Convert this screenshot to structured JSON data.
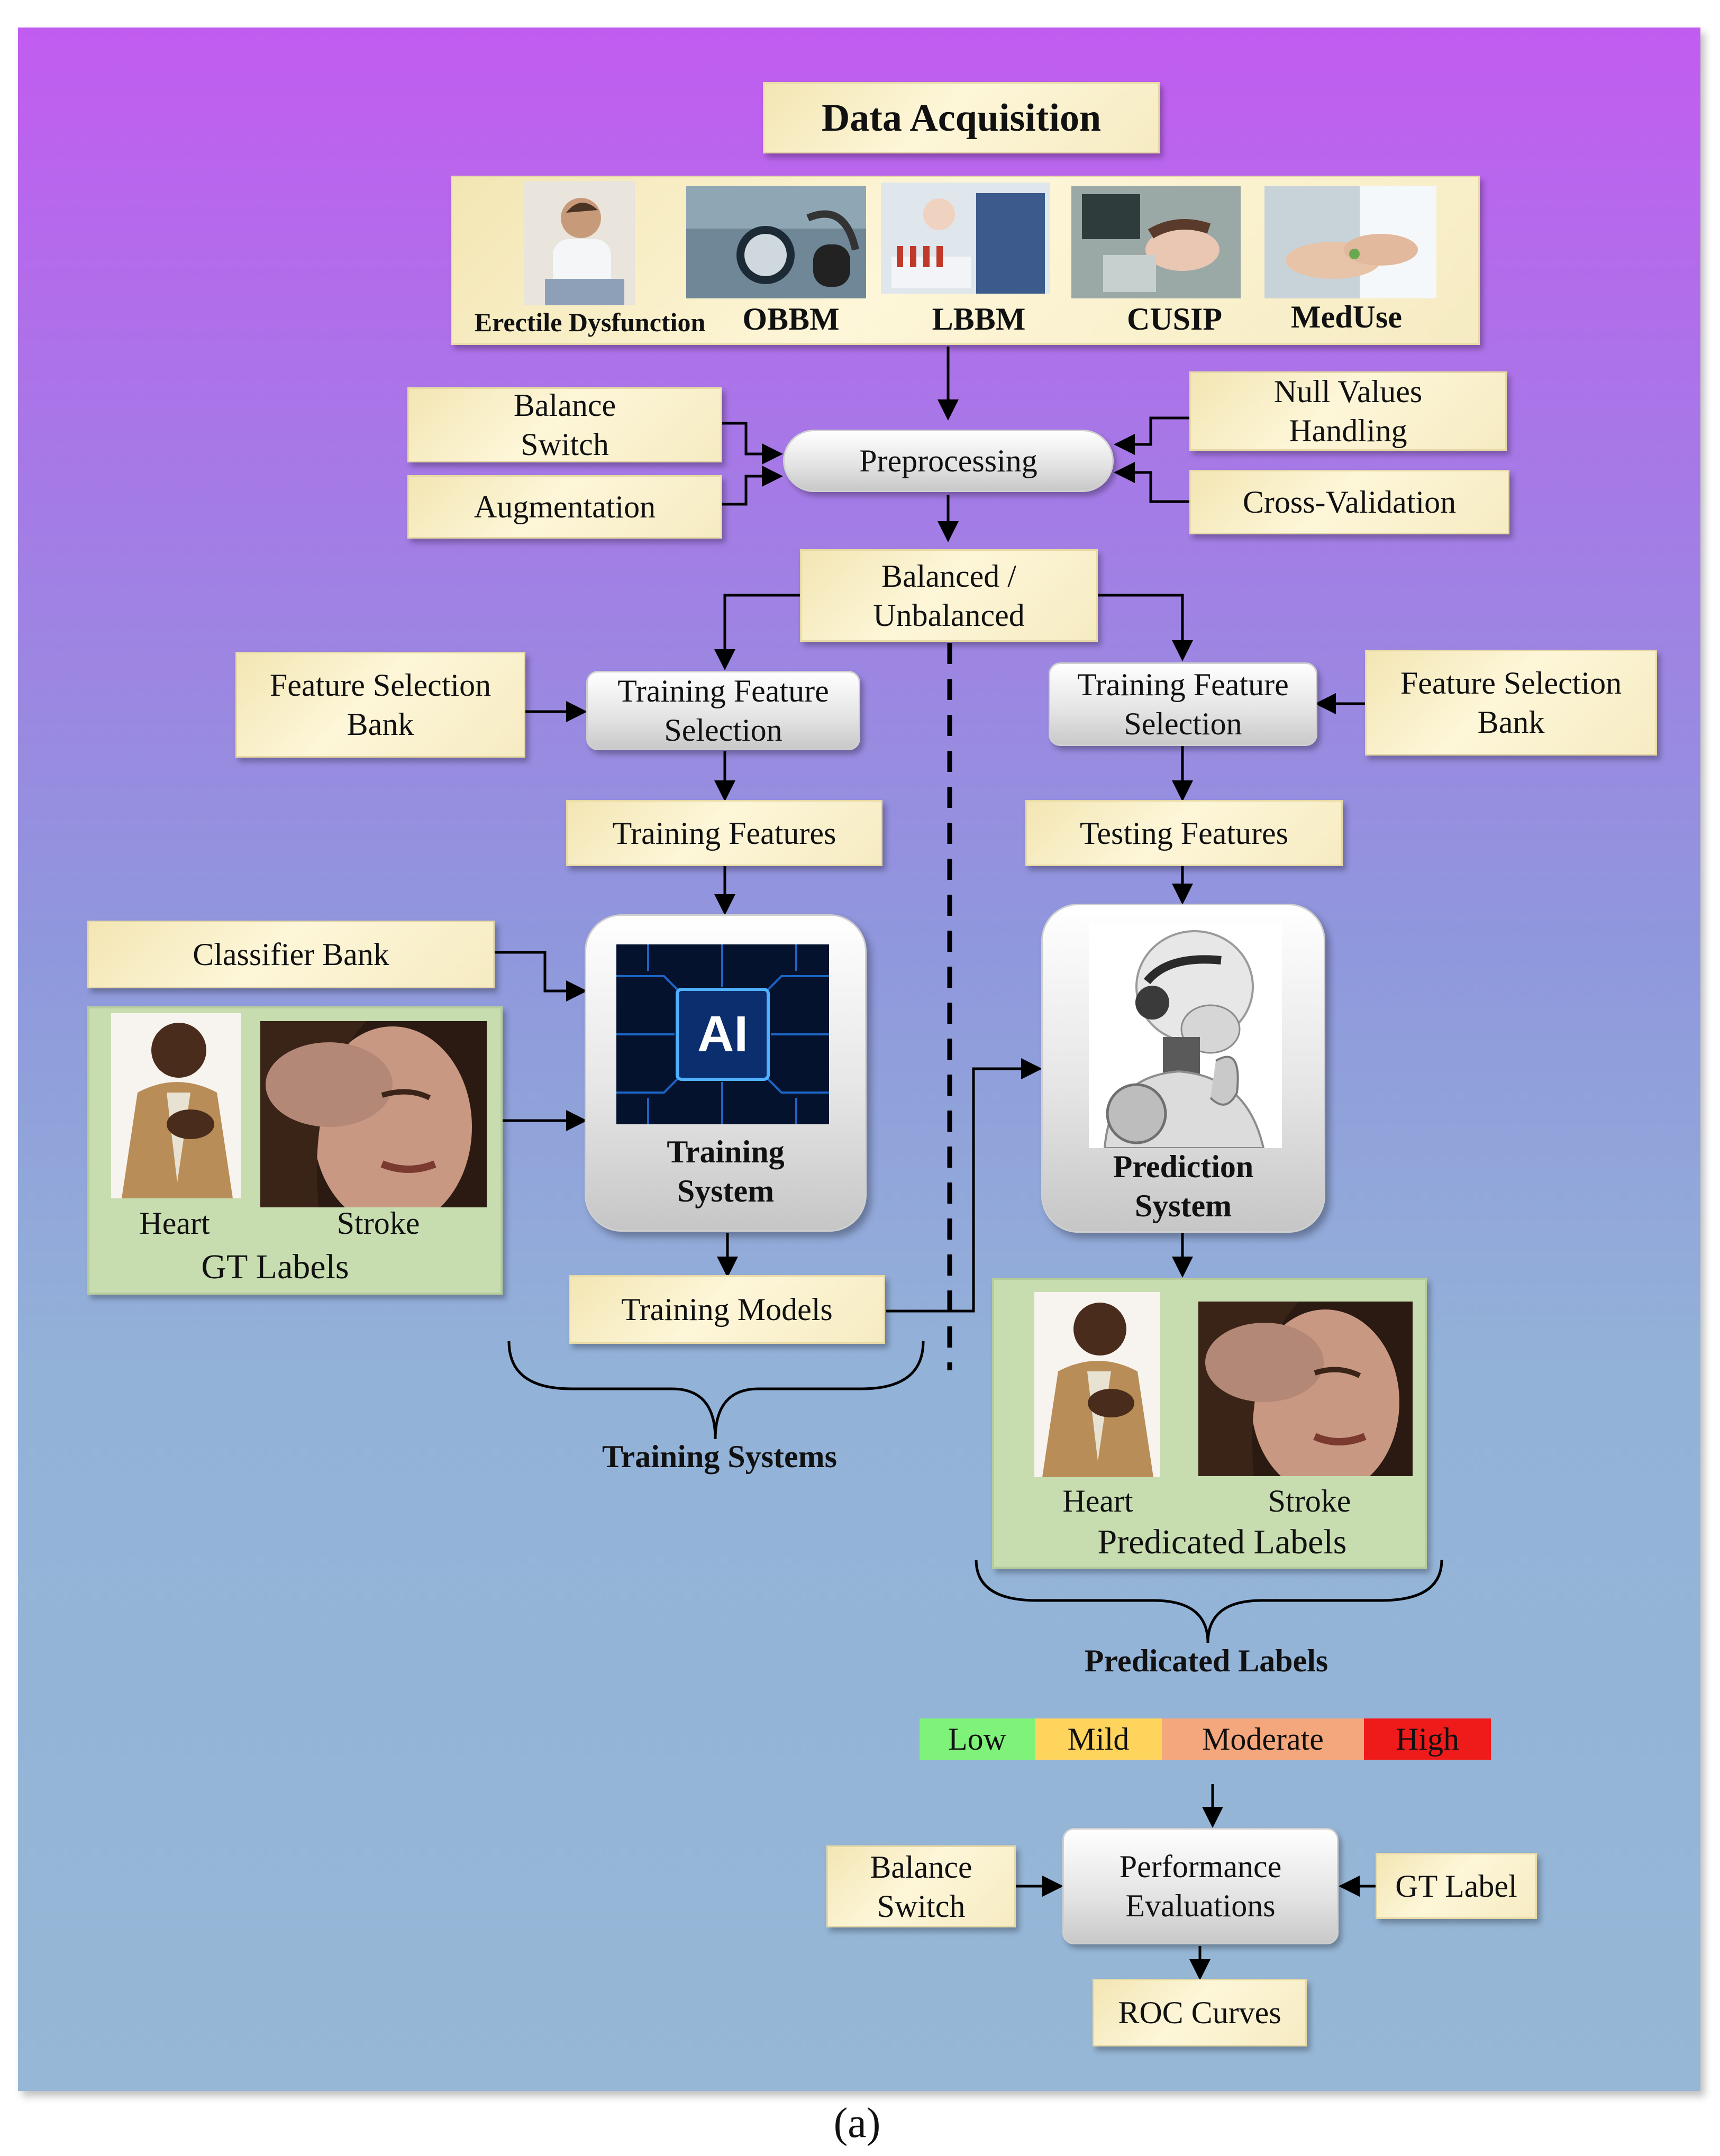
{
  "title": "Data Acquisition",
  "datasets": [
    {
      "label": "Erectile Dysfunction",
      "icon": "erectile-dysfunction-photo"
    },
    {
      "label": "OBBM",
      "icon": "blood-pressure-photo"
    },
    {
      "label": "LBBM",
      "icon": "lab-blood-test-photo"
    },
    {
      "label": "CUSIP",
      "icon": "carotid-ultrasound-photo"
    },
    {
      "label": "MedUse",
      "icon": "medication-photo"
    }
  ],
  "preprocessing": {
    "center": "Preprocessing",
    "left_inputs": [
      "Balance\nSwitch",
      "Augmentation"
    ],
    "right_inputs": [
      "Null Values\nHandling",
      "Cross-Validation"
    ]
  },
  "split": "Balanced /\nUnbalanced",
  "training": {
    "feature_bank": "Feature Selection\nBank",
    "feature_selection": "Training Feature\nSelection",
    "features": "Training Features",
    "classifier_bank": "Classifier Bank",
    "system": "Training\nSystem",
    "ai_chip_text": "AI",
    "models": "Training Models",
    "group_label": "Training Systems",
    "gt": {
      "heart": "Heart",
      "stroke": "Stroke",
      "caption": "GT Labels"
    }
  },
  "testing": {
    "feature_bank": "Feature Selection\nBank",
    "feature_selection": "Training Feature\nSelection",
    "features": "Testing Features",
    "system": "Prediction\nSystem",
    "pred": {
      "heart": "Heart",
      "stroke": "Stroke",
      "caption": "Predicated Labels"
    },
    "group_label": "Predicated Labels"
  },
  "severity": [
    {
      "label": "Low",
      "color": "#7ff279"
    },
    {
      "label": "Mild",
      "color": "#ffd45c"
    },
    {
      "label": "Moderate",
      "color": "#f4a77c"
    },
    {
      "label": "High",
      "color": "#ef1b1b"
    }
  ],
  "evaluation": {
    "balance": "Balance\nSwitch",
    "center": "Performance\nEvaluations",
    "gt_label": "GT Label",
    "roc": "ROC Curves"
  },
  "caption": "(a)"
}
